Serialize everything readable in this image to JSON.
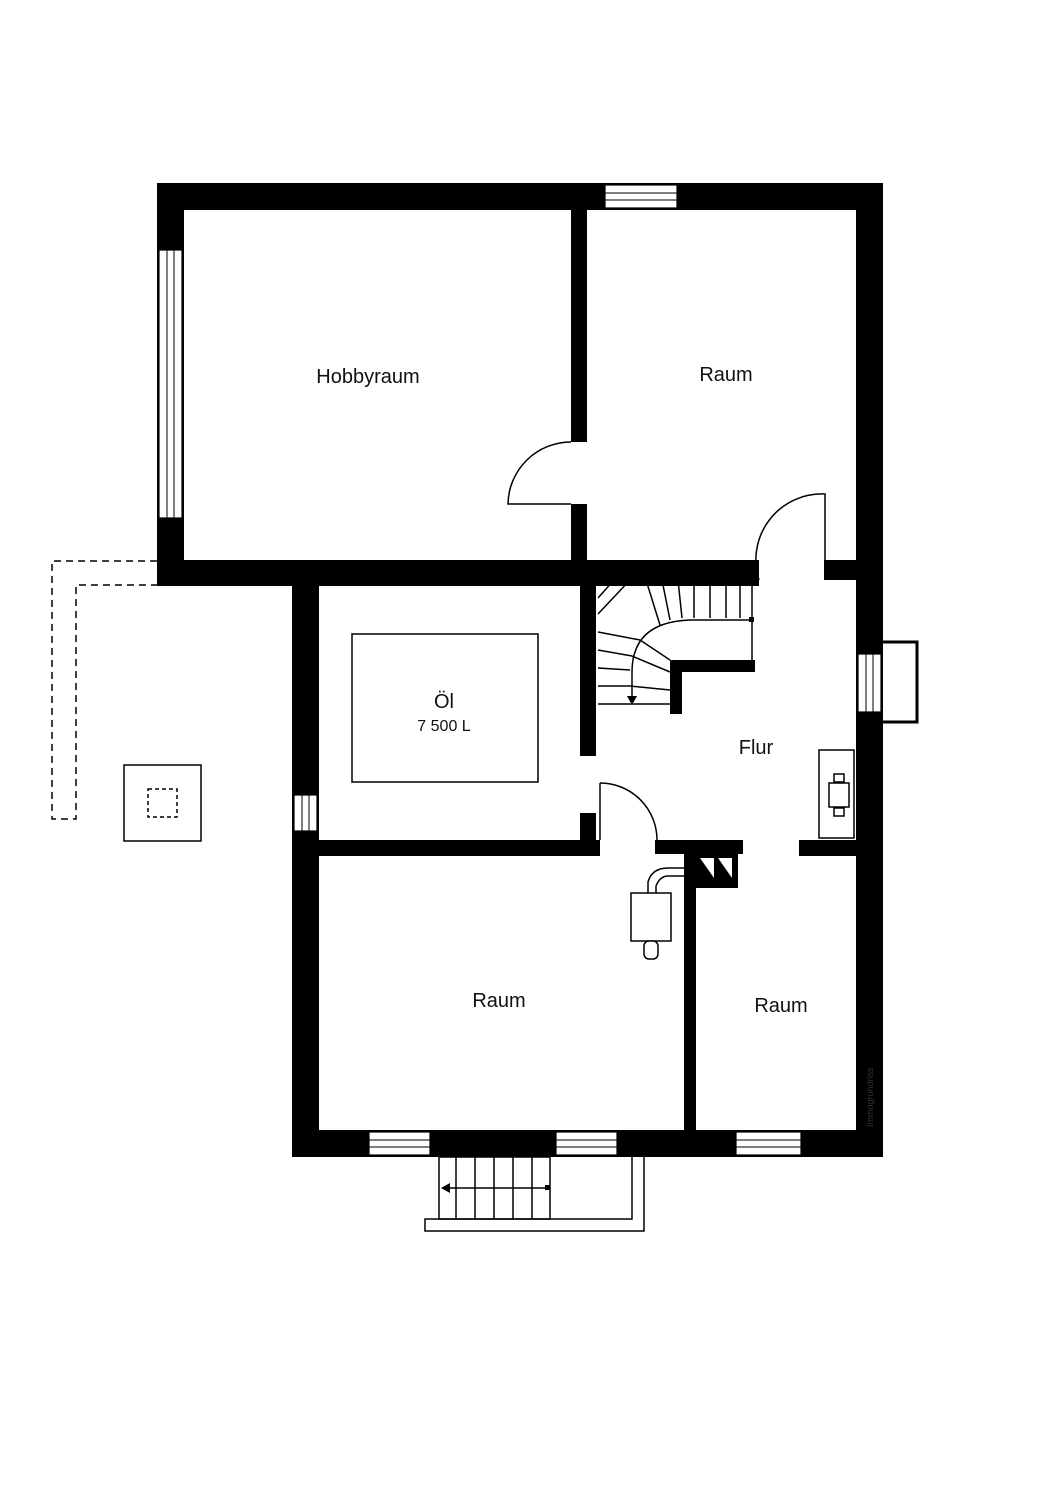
{
  "rooms": {
    "hobbyraum": "Hobbyraum",
    "raum_top": "Raum",
    "oel": "Öl",
    "oel_volume": "7 500 L",
    "flur": "Flur",
    "raum_bottom_left": "Raum",
    "raum_bottom_right": "Raum"
  },
  "credit": "Immogrundriss",
  "colors": {
    "wall": "#000000",
    "background": "#ffffff"
  }
}
